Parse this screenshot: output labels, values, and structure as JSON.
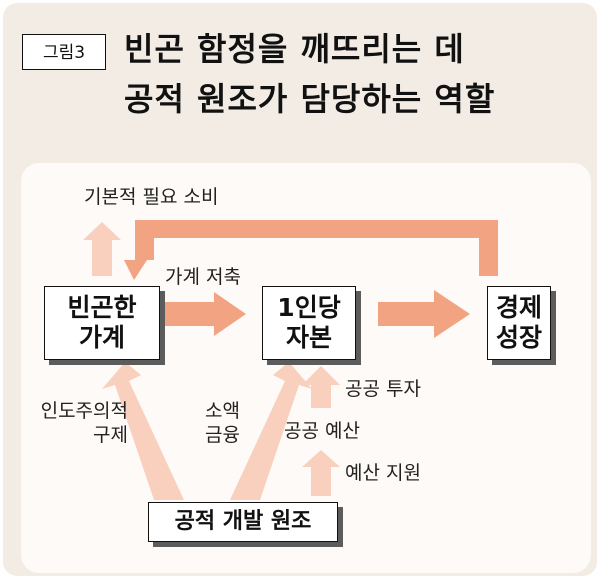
{
  "figure_label": "그림3",
  "title": {
    "line1": "빈곤 함정을 깨뜨리는 데",
    "line2": "공적 원조가 담당하는 역할"
  },
  "nodes": {
    "poor_household": [
      "빈곤한",
      "가계"
    ],
    "capital_per_capita": [
      "1인당",
      "자본"
    ],
    "economic_growth": [
      "경제",
      "성장"
    ],
    "public_aid": "공적 개발 원조"
  },
  "edge_labels": {
    "basic_consumption": "기본적 필요 소비",
    "household_saving": "가계 저축",
    "humanitarian_relief": [
      "인도주의적",
      "구제"
    ],
    "microfinance": [
      "소액",
      "금융"
    ],
    "public_investment": "공공 투자",
    "public_budget": "공공 예산",
    "budget_support": "예산 지원"
  },
  "colors": {
    "arrow_strong": "#f2a381",
    "arrow_light": "#f8d0bd",
    "background": "#f2ece5",
    "panel": "#fdfaf7",
    "box_shadow": "#5c5c5c"
  }
}
